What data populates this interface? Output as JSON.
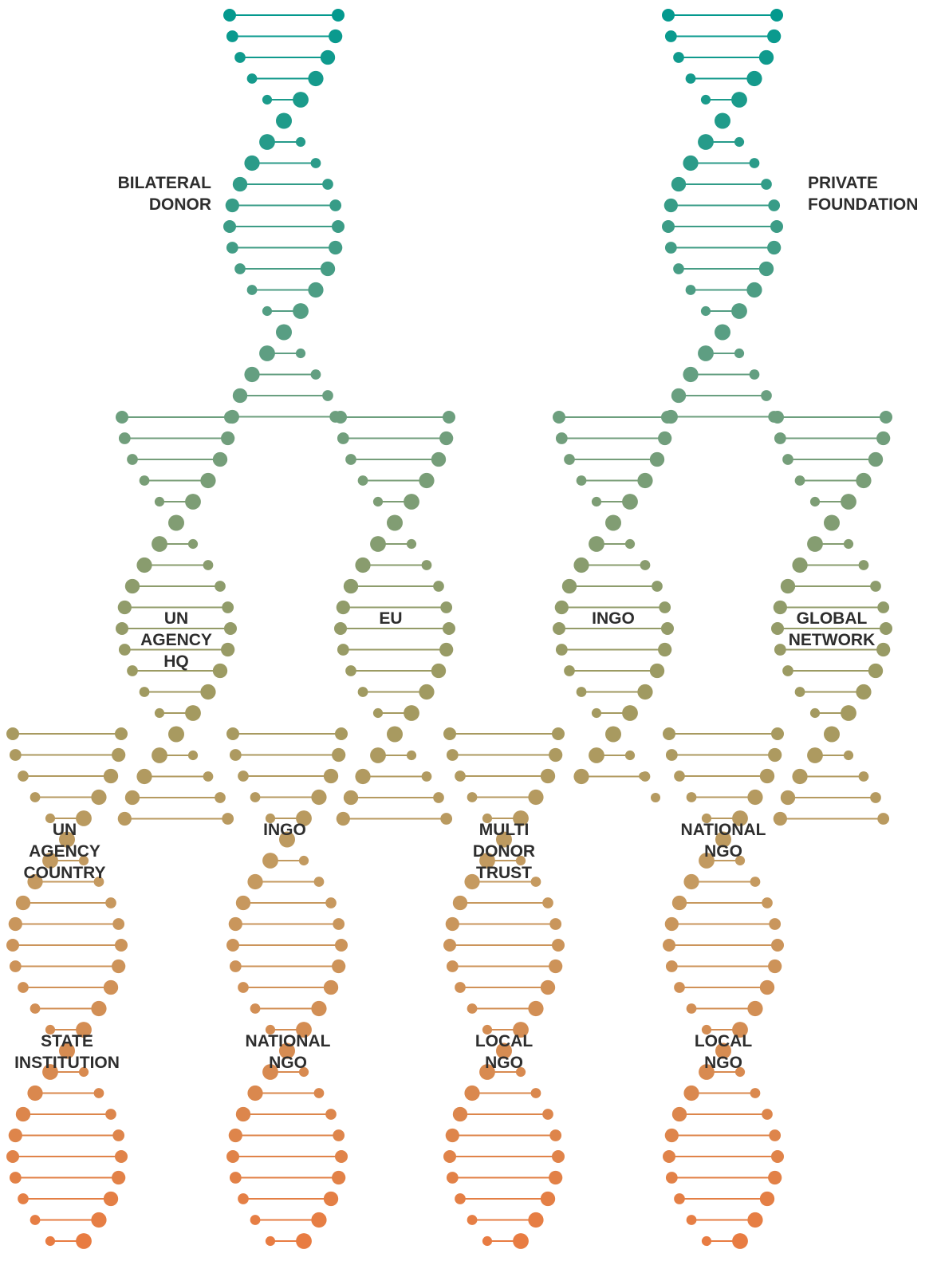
{
  "colors": {
    "teal": "#00998f",
    "green": "#6a9f80",
    "olive": "#a29a60",
    "tan": "#c59a60",
    "orange": "#ea7a40",
    "label": "#2e2e2e"
  },
  "nodes": {
    "bilateral_donor": [
      "BILATERAL",
      "DONOR"
    ],
    "private_foundation": [
      "PRIVATE",
      "FOUNDATION"
    ],
    "un_agency_hq": [
      "UN",
      "AGENCY",
      "HQ"
    ],
    "eu": [
      "EU"
    ],
    "ingo_foundation_branch": [
      "INGO"
    ],
    "global_network": [
      "GLOBAL",
      "NETWORK"
    ],
    "un_agency_country": [
      "UN",
      "AGENCY",
      "COUNTRY"
    ],
    "ingo_eu_branch": [
      "INGO"
    ],
    "multi_donor_trust": [
      "MULTI",
      "DONOR",
      "TRUST"
    ],
    "national_ngo_network_branch": [
      "NATIONAL",
      "NGO"
    ],
    "state_institution": [
      "STATE",
      "INSTITUTION"
    ],
    "national_ngo_ingo_branch": [
      "NATIONAL",
      "NGO"
    ],
    "local_ngo_trust_branch": [
      "LOCAL",
      "NGO"
    ],
    "local_ngo_national_branch": [
      "LOCAL",
      "NGO"
    ]
  },
  "edges": [
    [
      "bilateral_donor",
      "un_agency_hq"
    ],
    [
      "bilateral_donor",
      "eu"
    ],
    [
      "private_foundation",
      "ingo_foundation_branch"
    ],
    [
      "private_foundation",
      "global_network"
    ],
    [
      "un_agency_hq",
      "un_agency_country"
    ],
    [
      "un_agency_hq",
      "ingo_eu_branch"
    ],
    [
      "eu",
      "ingo_eu_branch"
    ],
    [
      "eu",
      "multi_donor_trust"
    ],
    [
      "ingo_foundation_branch",
      "national_ngo_network_branch"
    ],
    [
      "global_network",
      "national_ngo_network_branch"
    ],
    [
      "un_agency_country",
      "state_institution"
    ],
    [
      "ingo_eu_branch",
      "national_ngo_ingo_branch"
    ],
    [
      "multi_donor_trust",
      "local_ngo_trust_branch"
    ],
    [
      "national_ngo_network_branch",
      "local_ngo_national_branch"
    ]
  ]
}
